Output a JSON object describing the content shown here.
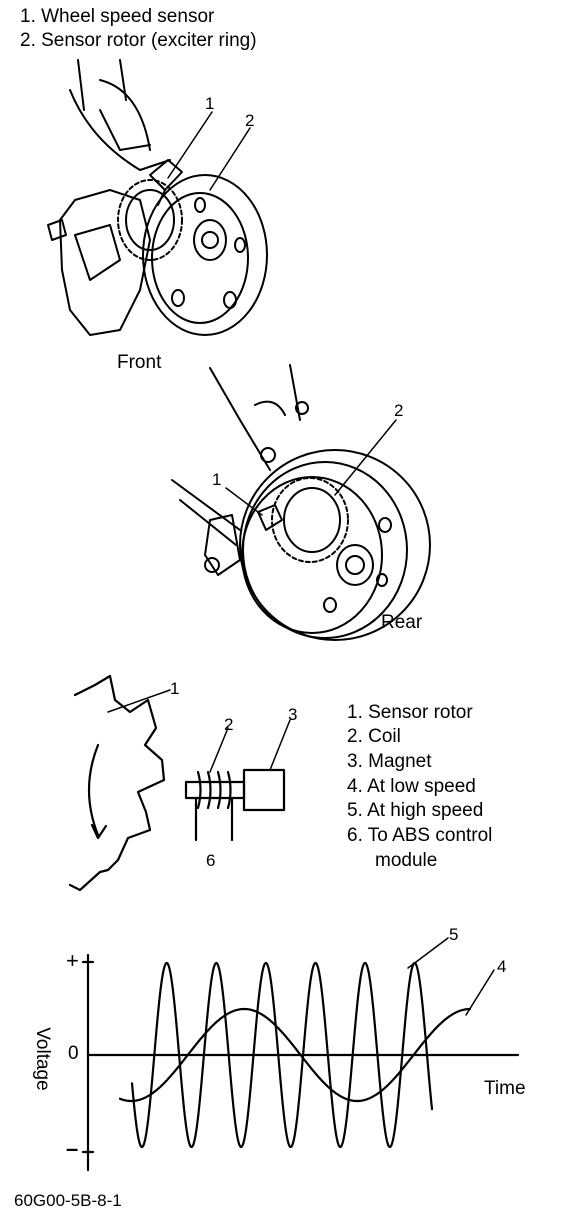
{
  "top_legend": {
    "items": [
      "1. Wheel speed sensor",
      "2. Sensor rotor (exciter ring)"
    ]
  },
  "front": {
    "caption": "Front",
    "callouts": [
      "1",
      "2"
    ]
  },
  "rear": {
    "caption": "Rear",
    "callouts": [
      "1",
      "2"
    ]
  },
  "sensor_diagram": {
    "callouts": [
      "1",
      "2",
      "3",
      "6"
    ],
    "legend": [
      "1. Sensor rotor",
      "2. Coil",
      "3. Magnet",
      "4. At low speed",
      "5. At high speed",
      "6. To ABS control",
      "module"
    ]
  },
  "waveform": {
    "plus_label": "+",
    "zero_label": "0",
    "minus_label": "–",
    "y_axis_label": "Voltage",
    "x_axis_label": "Time",
    "callouts": [
      "5",
      "4"
    ]
  },
  "figure_code": "60G00-5B-8-1"
}
